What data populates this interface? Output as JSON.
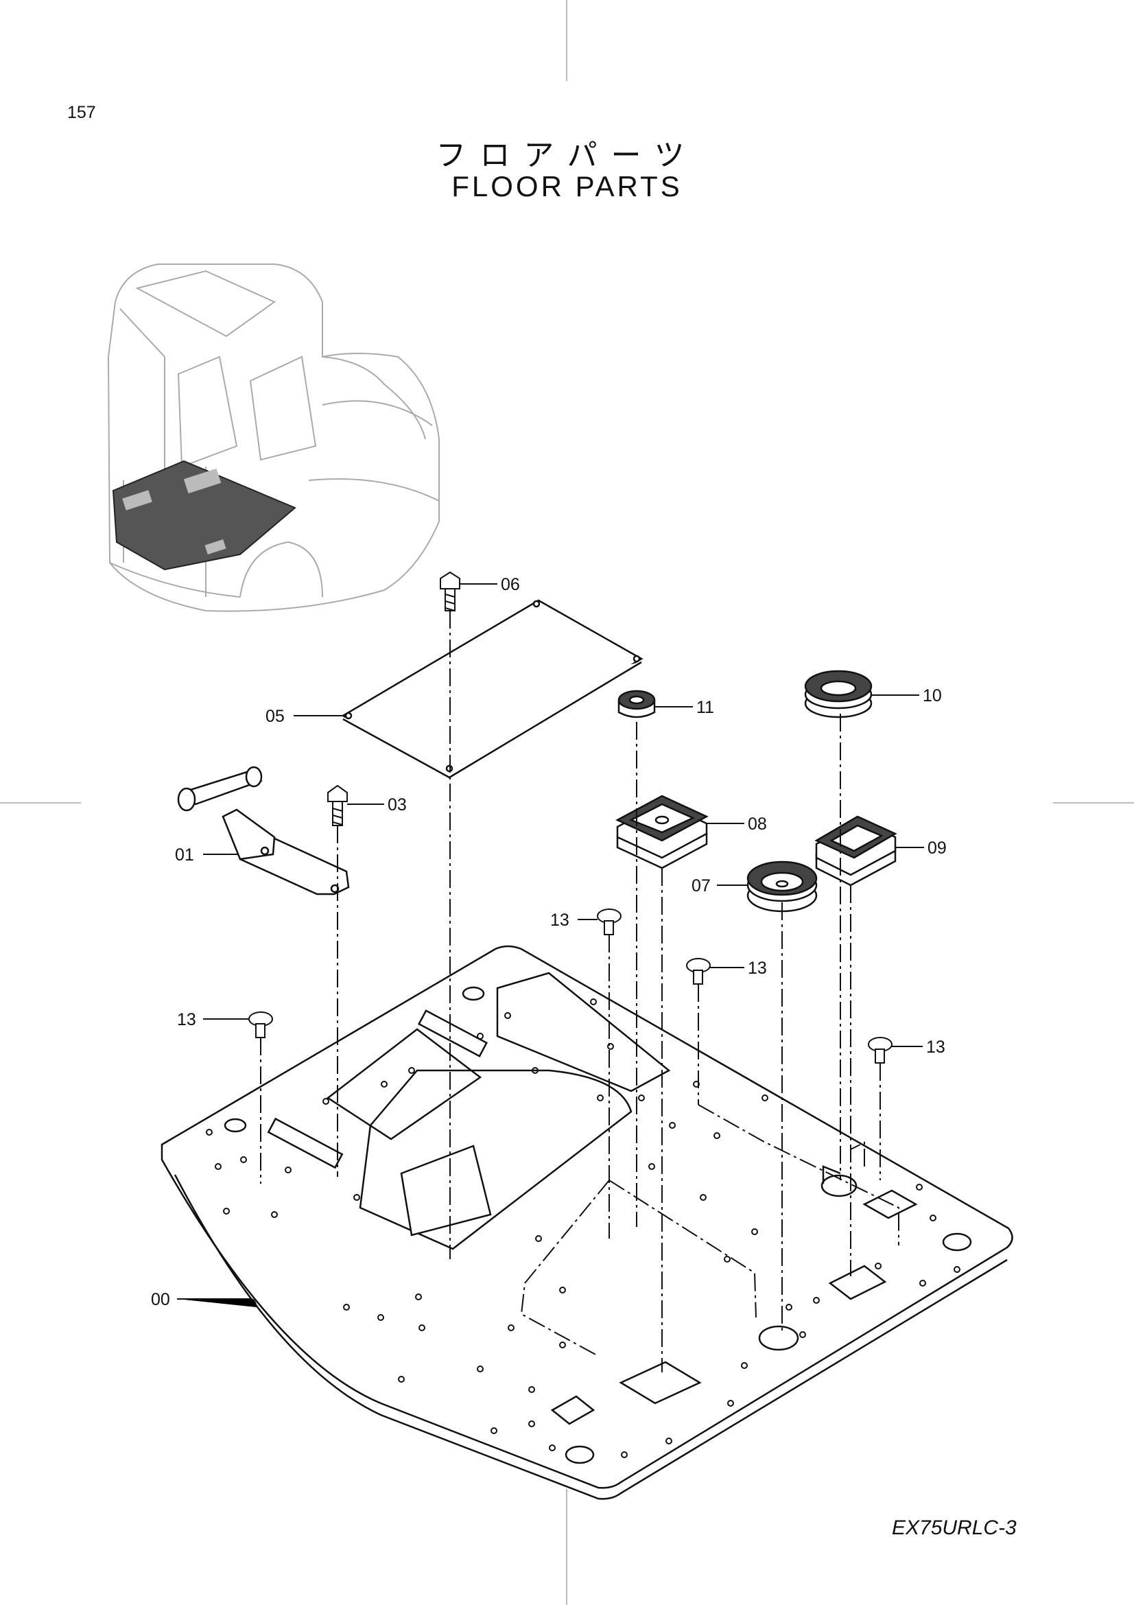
{
  "header": {
    "page_number": "157",
    "title_japanese": "フロアパーツ",
    "title_english": "FLOOR PARTS"
  },
  "footer": {
    "model_code": "EX75URLC-3"
  },
  "callouts": {
    "p00": "00",
    "p01": "01",
    "p03": "03",
    "p05": "05",
    "p06": "06",
    "p07": "07",
    "p08": "08",
    "p09": "09",
    "p10": "10",
    "p11": "11",
    "p13a": "13",
    "p13b": "13",
    "p13c": "13",
    "p13d": "13"
  }
}
